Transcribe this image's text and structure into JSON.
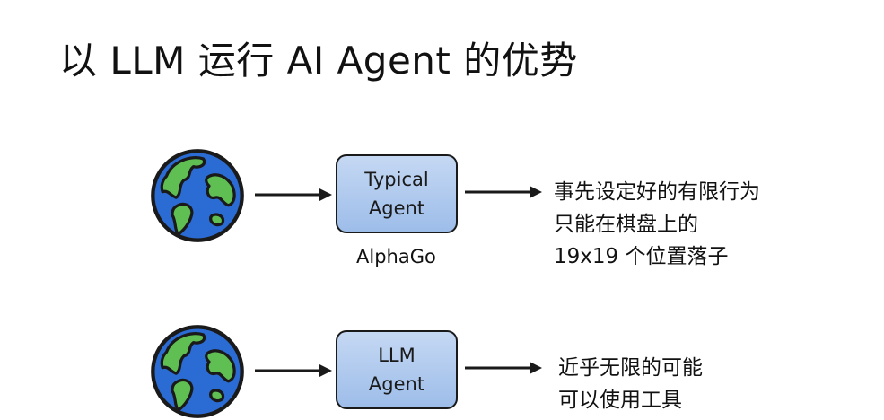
{
  "title": "以 LLM 运行 AI Agent 的优势",
  "rows": [
    {
      "agent_lines": [
        "Typical",
        "Agent"
      ],
      "caption": "AlphaGo",
      "description": [
        "事先设定好的有限行为",
        "只能在棋盘上的",
        "19x19 个位置落子"
      ]
    },
    {
      "agent_lines": [
        "LLM",
        "Agent"
      ],
      "caption": "",
      "description": [
        "近乎无限的可能",
        "可以使用工具"
      ]
    }
  ],
  "colors": {
    "box_fill_top": "#c5d8f3",
    "box_fill_bottom": "#9dbde9",
    "ocean": "#2b6cd4",
    "land": "#5fbf52",
    "outline": "#1a1a1a"
  },
  "icons": [
    "earth-globe-icon",
    "arrow-right-icon"
  ]
}
